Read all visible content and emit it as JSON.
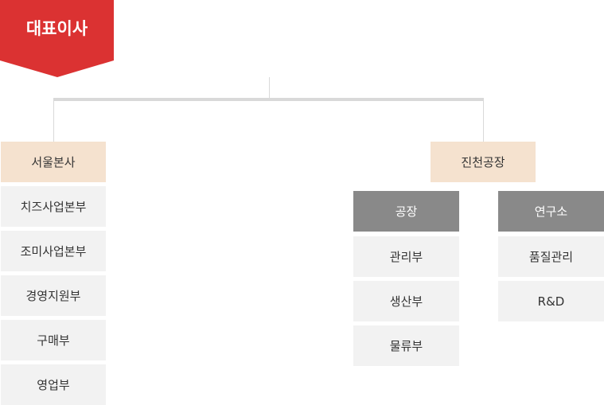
{
  "ceo": {
    "label": "대표이사",
    "color": "#db3232"
  },
  "branches": [
    {
      "label": "서울본사",
      "items": [
        "치즈사업본부",
        "조미사업본부",
        "경영지원부",
        "구매부",
        "영업부"
      ]
    },
    {
      "label": "진천공장",
      "groups": [
        {
          "label": "공장",
          "items": [
            "관리부",
            "생산부",
            "물류부"
          ]
        },
        {
          "label": "연구소",
          "items": [
            "품질관리",
            "R&D"
          ]
        }
      ]
    }
  ]
}
